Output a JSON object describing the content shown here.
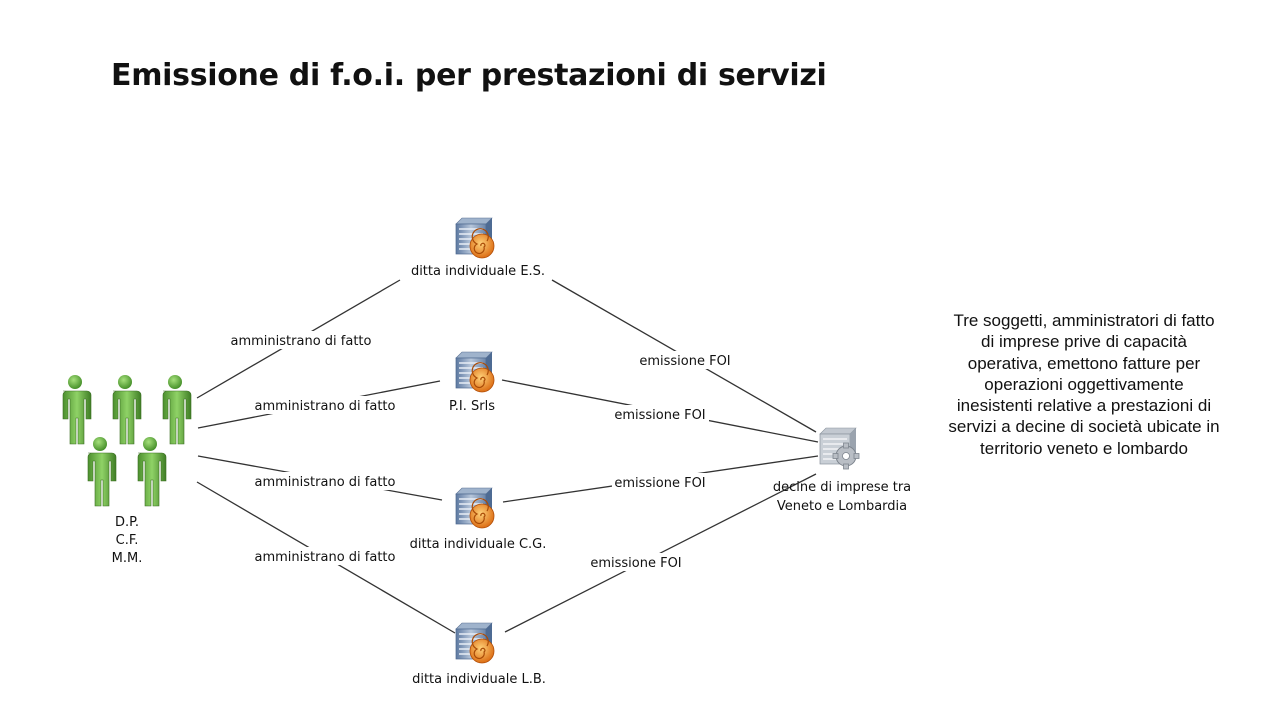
{
  "slide": {
    "title": "Emissione di f.o.i. per prestazioni di servizi",
    "note": "Tre soggetti, amministratori di fatto di imprese prive di capacità operativa, emettono fatture per operazioni oggettivamente inesistenti relative a prestazioni di servizi a decine di società ubicate in territorio veneto e lombardo"
  },
  "diagram": {
    "people": {
      "icon": "people-group-icon",
      "lines": [
        "D.P.",
        "C.F.",
        "M.M."
      ]
    },
    "firms": [
      {
        "label": "ditta individuale E.S.",
        "icon": "company-building-icon"
      },
      {
        "label": "P.I. Srls",
        "icon": "company-building-icon"
      },
      {
        "label": "ditta individuale C.G.",
        "icon": "company-building-icon"
      },
      {
        "label": "ditta individuale L.B.",
        "icon": "company-building-icon"
      }
    ],
    "target": {
      "icon": "company-gear-icon",
      "lines": [
        "decine di imprese tra",
        "Veneto e Lombardia"
      ]
    },
    "edges": {
      "left": [
        "amministrano di fatto",
        "amministrano di fatto",
        "amministrano di fatto",
        "amministrano di fatto"
      ],
      "right": [
        "emissione FOI",
        "emissione FOI",
        "emissione FOI",
        "emissione FOI"
      ]
    }
  },
  "colors": {
    "person_green": "#5aa83a",
    "building_blue": "#7f96b4",
    "snail_orange": "#e8871e",
    "line": "#333333"
  }
}
